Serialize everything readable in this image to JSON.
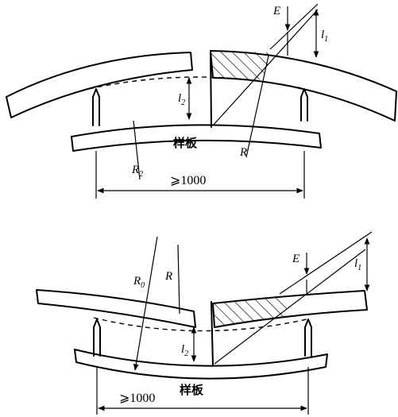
{
  "top": {
    "label_E": "E",
    "label_l1": "l",
    "label_l1_sub": "1",
    "label_l2": "l",
    "label_l2_sub": "2",
    "label_R2": "R",
    "label_R2_sub": "2",
    "label_R": "R",
    "template_label": "样板",
    "span_label": "⩾1000"
  },
  "bottom": {
    "label_E": "E",
    "label_l1": "l",
    "label_l1_sub": "1",
    "label_l2": "l",
    "label_l2_sub": "2",
    "label_R0": "R",
    "label_R0_sub": "0",
    "label_R": "R",
    "template_label": "样板",
    "span_label": "⩾1000"
  }
}
